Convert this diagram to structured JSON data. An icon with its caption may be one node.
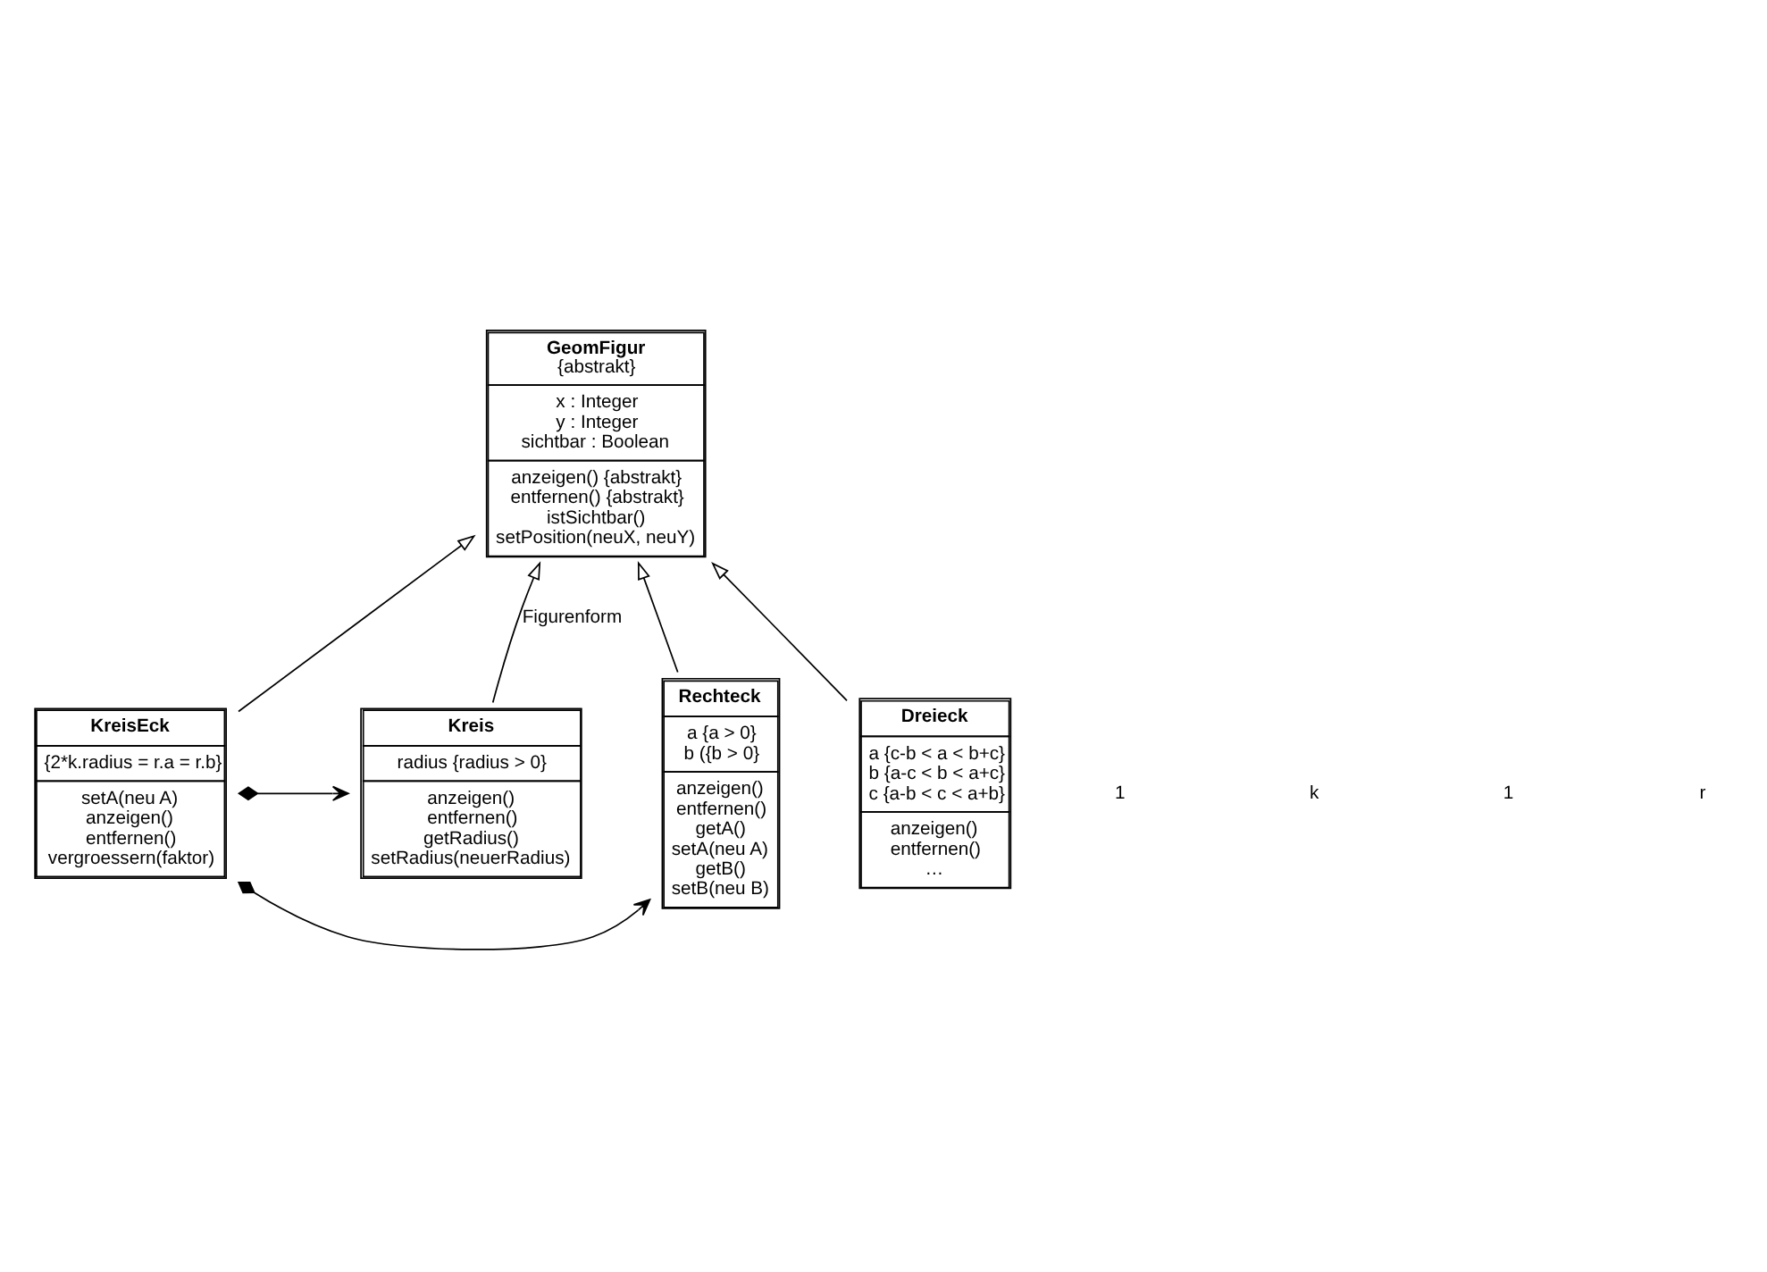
{
  "diagram": {
    "nodes": [
      {
        "text": [
          "GeomFigur",
          "{abstrakt}",
          "x : Integer",
          "y : Integer",
          "sichtbar : Boolean",
          "anzeigen() {abstrakt}",
          "entfernen() {abstrakt}",
          "istSichtbar()",
          "setPosition(neuX, neuY)"
        ]
      },
      {
        "text": [
          "KreisEck",
          "{2*k.radius = r.a = r.b}",
          "setA(neu A)",
          "anzeigen()",
          "entfernen()",
          "vergroessern(faktor)"
        ]
      },
      {
        "text": [
          "Kreis",
          "radius {radius > 0}",
          "anzeigen()",
          "entfernen()",
          "getRadius()",
          "setRadius(neuerRadius)"
        ]
      },
      {
        "text": [
          "Rechteck",
          "a {a > 0}",
          "b ({b > 0}",
          "anzeigen()",
          "entfernen()",
          "getA()",
          "setA(neu A)",
          "getB()",
          "setB(neu B)"
        ]
      },
      {
        "text": [
          "Dreieck",
          "a {c-b < a < b+c}",
          "b {a-c < b < a+c}",
          "c {a-b < c < a+b}",
          "anzeigen()",
          "entfernen()",
          "…"
        ]
      }
    ],
    "edges": [
      {
        "from": 1,
        "to": 0,
        "arrow": "to"
      },
      {
        "from": 2,
        "to": 0,
        "arrow": "to",
        "label": "Figurenform"
      },
      {
        "from": 3,
        "to": 0,
        "arrow": "to"
      },
      {
        "from": 4,
        "to": 0,
        "arrow": "to"
      },
      {
        "from": 1,
        "to": 2,
        "arrow": "to"
      },
      {
        "from": 1,
        "to": 3,
        "arrow": "to"
      }
    ],
    "labels": [
      "1",
      "k",
      "1",
      "r"
    ]
  }
}
